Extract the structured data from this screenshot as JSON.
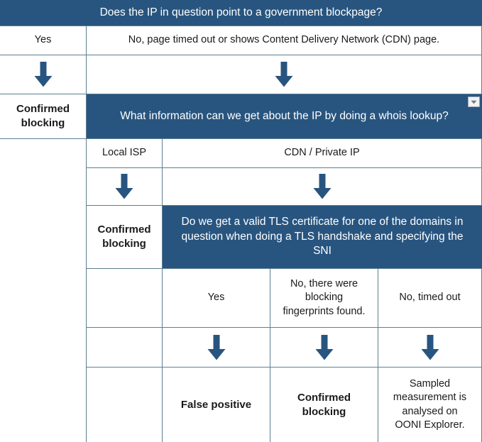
{
  "theme": {
    "accent_blue": "#28557f",
    "grid_border": "#5d7f93",
    "background": "#ffffff",
    "text": "#1a1a1a",
    "arrow_fill": "#28557f"
  },
  "diagram": {
    "title": "Does the IP in question point to a government blockpage?",
    "rows": {
      "q1_header": "Does the IP in question point to a government blockpage?",
      "q1_answer_yes": "Yes",
      "q1_answer_no": "No, page timed out or shows Content Delivery Network (CDN) page.",
      "outcome_yes": "Confirmed blocking",
      "outcome_yes_line1": "Confirmed",
      "outcome_yes_line2": "blocking",
      "q2_header": "What information can we get about the IP by doing a whois lookup?",
      "q2_answer_local_isp": "Local ISP",
      "q2_answer_cdn": "CDN / Private IP",
      "outcome_local_isp_line1": "Confirmed",
      "outcome_local_isp_line2": "blocking",
      "q3_header": "Do we get a valid TLS certificate for one of the domains in question when doing a TLS handshake and specifying the SNI",
      "q3_answer_yes": "Yes",
      "q3_answer_no_fingerprints_line1": "No, there were",
      "q3_answer_no_fingerprints_line2": "blocking",
      "q3_answer_no_fingerprints_line3": "fingerprints found.",
      "q3_answer_timed_out": "No, timed out",
      "outcome_false_positive": "False positive",
      "outcome_confirmed_line1": "Confirmed",
      "outcome_confirmed_line2": "blocking",
      "outcome_sampled_line1": "Sampled",
      "outcome_sampled_line2": "measurement is",
      "outcome_sampled_line3": "analysed on",
      "outcome_sampled_line4": "OONI Explorer."
    },
    "icons": {
      "arrow_down": "arrow-down-icon",
      "filter_dropdown": "chevron-down-icon"
    }
  }
}
